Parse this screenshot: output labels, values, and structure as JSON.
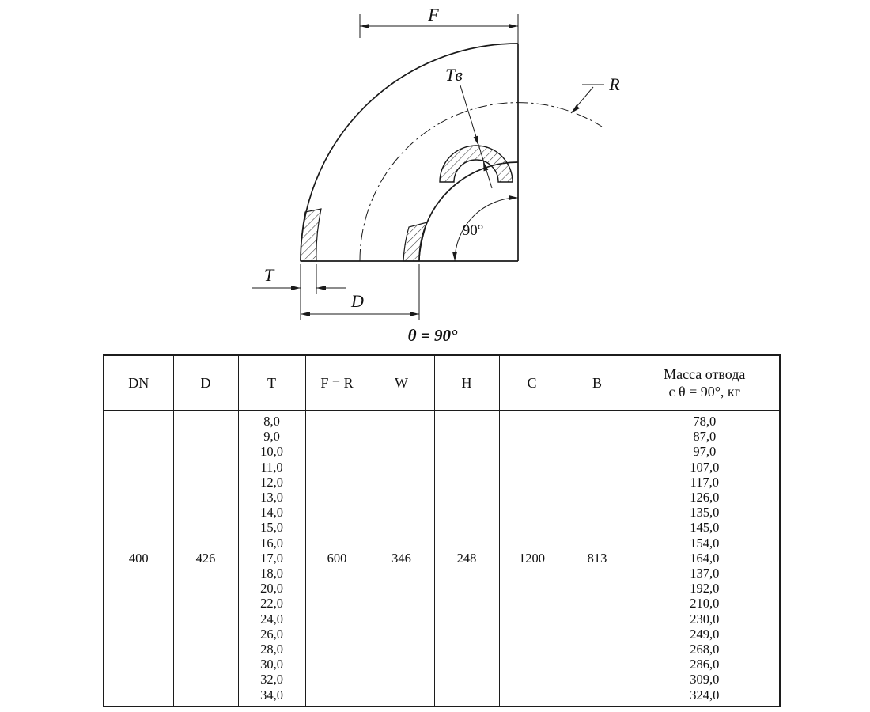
{
  "drawing": {
    "caption": "θ = 90°",
    "labels": {
      "f": "F",
      "r": "R",
      "t": "T",
      "d": "D",
      "tb": "Tв",
      "bend_angle": "90°"
    }
  },
  "table": {
    "headers": [
      "DN",
      "D",
      "T",
      "F = R",
      "W",
      "H",
      "C",
      "B"
    ],
    "mass_header": [
      "Масса отвода",
      "с θ =  90°, кг"
    ],
    "row": {
      "dn": "400",
      "d": "426",
      "t_values": [
        "8,0",
        "9,0",
        "10,0",
        "11,0",
        "12,0",
        "13,0",
        "14,0",
        "15,0",
        "16,0",
        "17,0",
        "18,0",
        "20,0",
        "22,0",
        "24,0",
        "26,0",
        "28,0",
        "30,0",
        "32,0",
        "34,0"
      ],
      "f_r": "600",
      "w": "346",
      "h": "248",
      "c": "1200",
      "b": "813",
      "mass_values": [
        "78,0",
        "87,0",
        "97,0",
        "107,0",
        "117,0",
        "126,0",
        "135,0",
        "145,0",
        "154,0",
        "164,0",
        "137,0",
        "192,0",
        "210,0",
        "230,0",
        "249,0",
        "268,0",
        "286,0",
        "309,0",
        "324,0"
      ]
    }
  }
}
